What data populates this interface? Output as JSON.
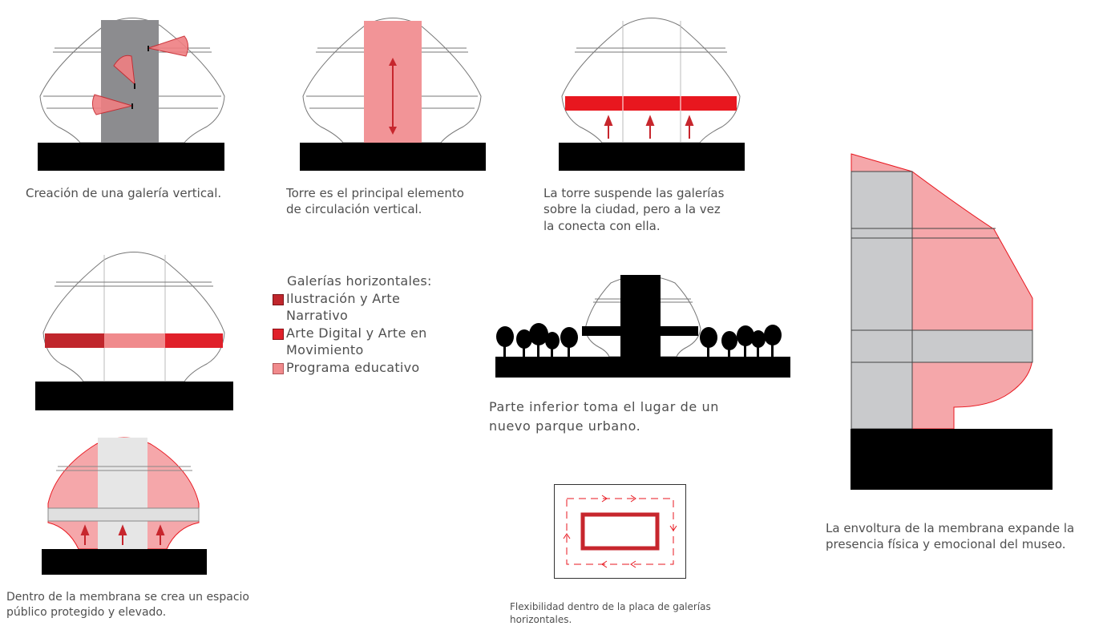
{
  "captions": {
    "vertical_gallery": "Creación de una galería vertical.",
    "tower_circulation": "Torre es el principal elemento\nde circulación vertical.",
    "tower_suspends": "La torre suspende las galerías\nsobre la ciudad, pero a la vez\nla conecta con ella.",
    "park": "Parte inferior toma el lugar de un\nnuevo parque urbano.",
    "membrane_space": "Dentro de la membrana se crea un espacio\npúblico protegido y elevado.",
    "flexibility": "Flexibilidad dentro de la placa de galerías\nhorizontales.",
    "envelope": "La envoltura de la membrana expande la\npresencia física y emocional del museo."
  },
  "legend": {
    "title": "Galerías horizontales:",
    "items": [
      {
        "label": "Ilustración y Arte\nNarrativo",
        "color": "#c0262c"
      },
      {
        "label": "Arte Digital y Arte en\nMovimiento",
        "color": "#e0202a"
      },
      {
        "label": "Programa educativo",
        "color": "#f08a8c"
      }
    ]
  },
  "colors": {
    "black": "#000000",
    "gray": "#8c8c8f",
    "light_gray": "#c9cacc",
    "pink": "#f29497",
    "light_pink": "#f5a7aa",
    "red": "#e8171f",
    "dark_red": "#c7262d",
    "mid_pink": "#ef7f82"
  }
}
